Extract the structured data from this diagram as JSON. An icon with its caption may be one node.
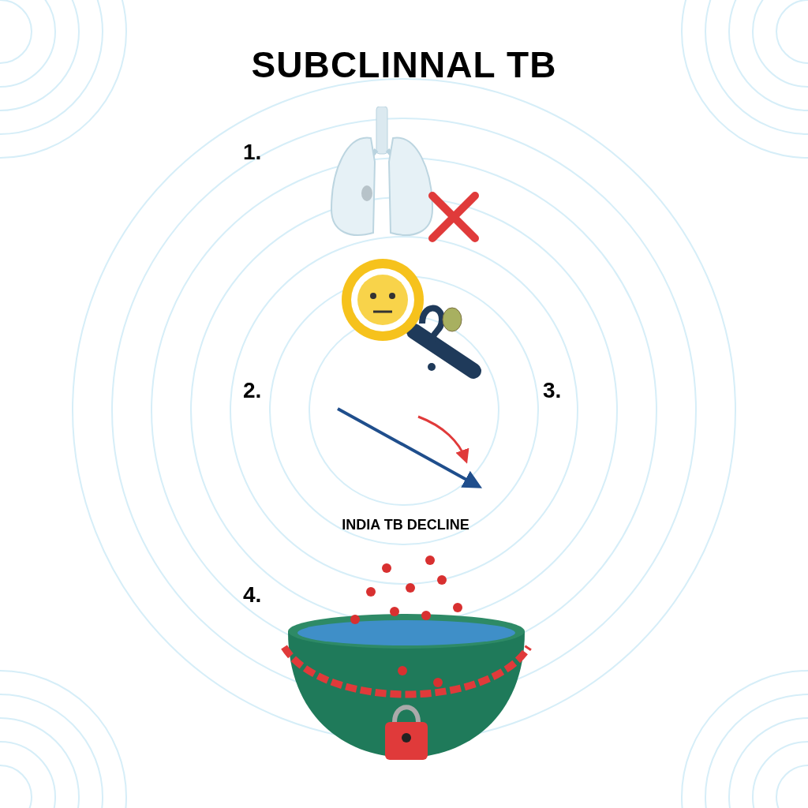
{
  "diagram": {
    "title": "SUBCLINNAL TB",
    "labels": [
      "1.",
      "2.",
      "3.",
      "INDIA TB DECLINE",
      "4."
    ]
  }
}
